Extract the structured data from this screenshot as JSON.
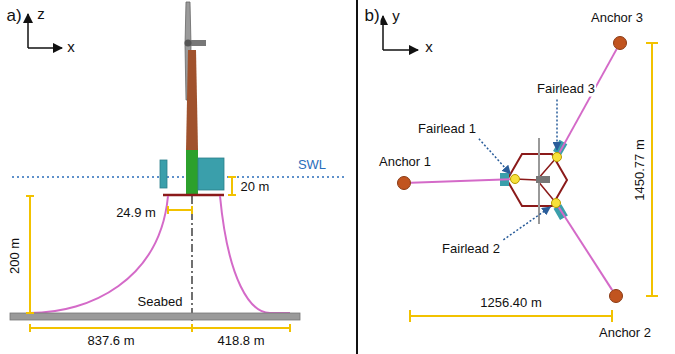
{
  "diagram": {
    "nodes": [
      {
        "text": [
          "Anchor 1"
        ]
      },
      {
        "text": [
          "Anchor 2"
        ]
      },
      {
        "text": [
          "Anchor 3"
        ]
      },
      {
        "text": [
          "Fairlead 1"
        ]
      },
      {
        "text": [
          "Fairlead 2"
        ]
      },
      {
        "text": [
          "Fairlead 3"
        ]
      }
    ],
    "edges": [
      {
        "from": 3,
        "to": 0,
        "arrow": "none"
      },
      {
        "from": 4,
        "to": 1,
        "arrow": "none"
      },
      {
        "from": 5,
        "to": 2,
        "arrow": "none"
      }
    ],
    "labels": [
      "a)",
      "z",
      "x",
      "SWL",
      "20 m",
      "24.9 m",
      "200 m",
      "Seabed",
      "837.6 m",
      "418.8 m",
      "b)",
      "y",
      "x",
      "1450.77 m",
      "1256.40 m"
    ]
  }
}
